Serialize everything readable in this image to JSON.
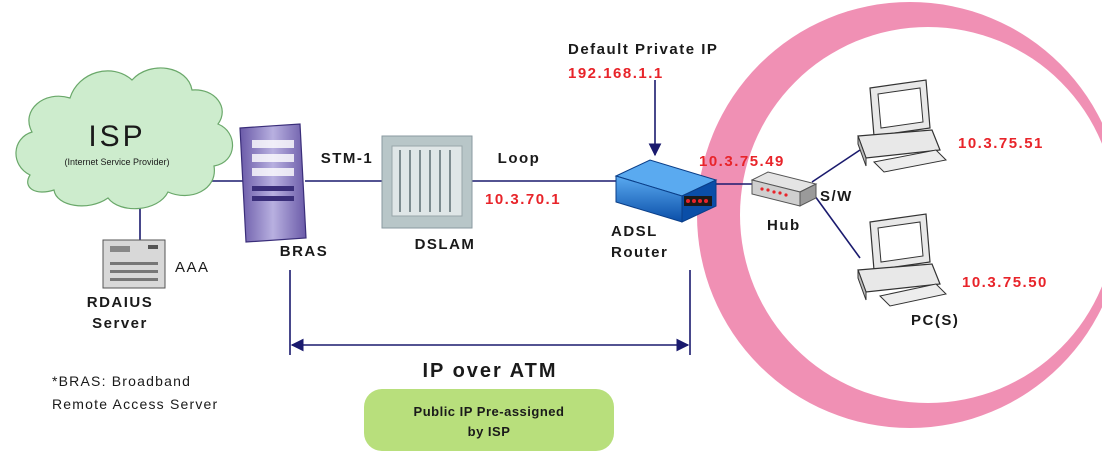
{
  "isp": {
    "title": "ISP",
    "subtitle": "(Internet Service Provider)"
  },
  "aaa_label": "AAA",
  "radius": {
    "line1": "RDAIUS",
    "line2": "Server"
  },
  "bras_label": "BRAS",
  "stm_label": "STM-1",
  "dslam_label": "DSLAM",
  "loop_label": "Loop",
  "loop_ip": "10.3.70.1",
  "default_ip": {
    "label": "Default Private IP",
    "value": "192.168.1.1"
  },
  "router": {
    "line1": "ADSL",
    "line2": "Router"
  },
  "lan_gateway_ip": "10.3.75.49",
  "hub_label": "Hub",
  "sw_label": "S/W",
  "pc_top_ip": "10.3.75.51",
  "pc_bottom_ip": "10.3.75.50",
  "pcs_label": "PC(S)",
  "atm_label": "IP over ATM",
  "public_ip": {
    "line1": "Public IP Pre-assigned",
    "line2": "by ISP"
  },
  "footnote": {
    "line1": "*BRAS: Broadband",
    "line2": "Remote Access Server"
  },
  "colors": {
    "cloud": "#cdeccd",
    "ring": "#f090b4",
    "router": "#1878d8",
    "ip_red": "#e8242a",
    "link": "#1a1a6e",
    "public_box": "#b8df7c"
  }
}
